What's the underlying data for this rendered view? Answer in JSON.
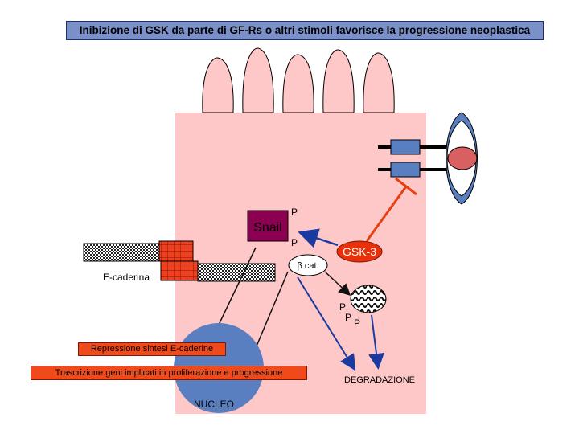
{
  "title": "Inibizione di GSK da parte di GF-Rs o altri stimoli favorisce la progressione neoplastica",
  "labels": {
    "snail": "Snail",
    "gsk3": "GSK-3",
    "beta_cat": "β cat.",
    "ecaderina": "E-caderina",
    "p": "P",
    "repressione": "Repressione sintesi E-caderine",
    "trascrizione": "Trascrizione geni implicati in proliferazione e progressione",
    "nucleo": "NUCLEO",
    "degradazione": "DEGRADAZIONE"
  },
  "colors": {
    "cell": "#ffc8c8",
    "snail": "#8b0050",
    "gsk3": "#e8300a",
    "nucleus": "#5a7fc0",
    "receptor": "#5a7fc0",
    "label_box": "#f04a1c",
    "arrow_blue": "#1a3aa0",
    "arrow_red": "#e84010"
  }
}
